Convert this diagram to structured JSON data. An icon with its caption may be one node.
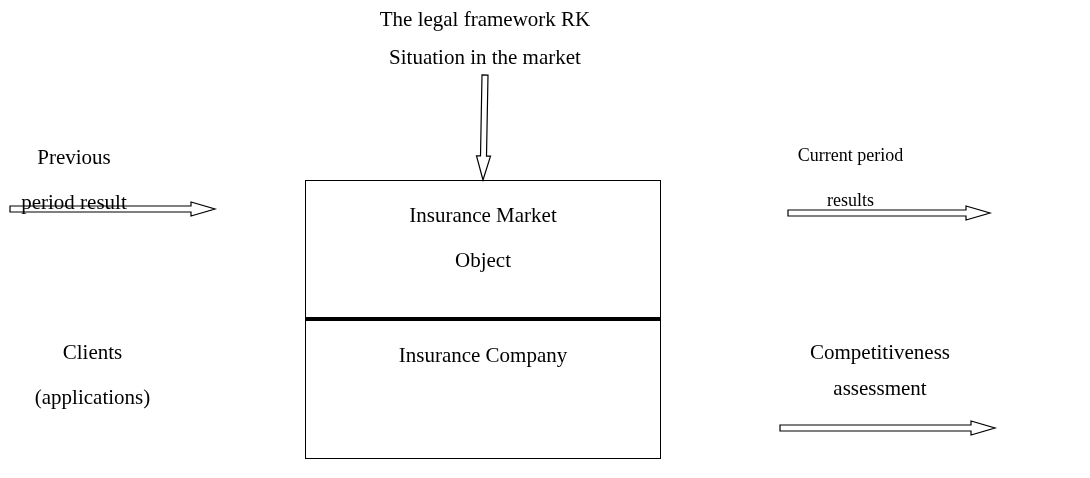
{
  "diagram": {
    "nodes": [
      {
        "text": [
          "The legal framework RK",
          "Situation in the market"
        ]
      },
      {
        "text": [
          "Insurance Market Object"
        ]
      },
      {
        "text": [
          "Insurance Company"
        ]
      },
      {
        "text": [
          "Previous period result"
        ]
      },
      {
        "text": [
          "Clients (applications)"
        ]
      },
      {
        "text": [
          "Current period results"
        ]
      },
      {
        "text": [
          "Competitiveness assessment"
        ]
      }
    ],
    "edges": [
      {
        "from": 0,
        "to": 1,
        "arrow": "to"
      },
      {
        "from": 3,
        "to": null,
        "arrow": "to"
      },
      {
        "from": 5,
        "to": null,
        "arrow": "to"
      },
      {
        "from": 6,
        "to": null,
        "arrow": "to"
      }
    ]
  }
}
